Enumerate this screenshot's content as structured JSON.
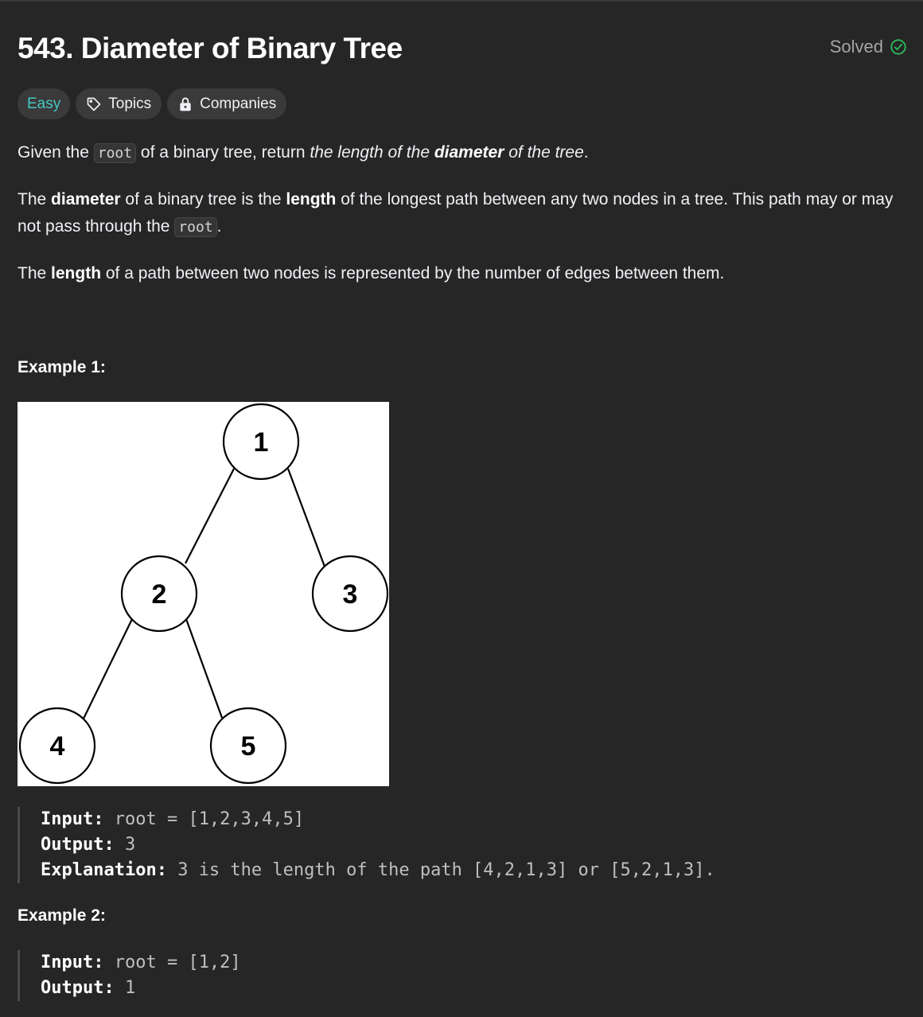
{
  "problem": {
    "title": "543. Diameter of Binary Tree",
    "status": "Solved",
    "status_color": "#2cbb5d"
  },
  "tags": {
    "difficulty": "Easy",
    "topics": "Topics",
    "companies": "Companies"
  },
  "description": {
    "p1": {
      "t1": "Given the ",
      "code": "root",
      "t2": " of a binary tree, return ",
      "i1": "the length of the ",
      "b": "diameter",
      "i2": " of the tree",
      "t3": "."
    },
    "p2": {
      "t1": "The ",
      "b1": "diameter",
      "t2": " of a binary tree is the ",
      "b2": "length",
      "t3": " of the longest path between any two nodes in a tree. This path may or may not pass through the ",
      "code": "root",
      "t4": "."
    },
    "p3": {
      "t1": "The ",
      "b1": "length",
      "t2": " of a path between two nodes is represented by the number of edges between them."
    }
  },
  "examples": [
    {
      "title": "Example 1:",
      "tree_nodes": [
        "1",
        "2",
        "3",
        "4",
        "5"
      ],
      "input_label": "Input:",
      "input_value": " root = [1,2,3,4,5]",
      "output_label": "Output:",
      "output_value": " 3",
      "explanation_label": "Explanation:",
      "explanation_value": " 3 is the length of the path [4,2,1,3] or [5,2,1,3]."
    },
    {
      "title": "Example 2:",
      "input_label": "Input:",
      "input_value": " root = [1,2]",
      "output_label": "Output:",
      "output_value": " 1"
    }
  ]
}
